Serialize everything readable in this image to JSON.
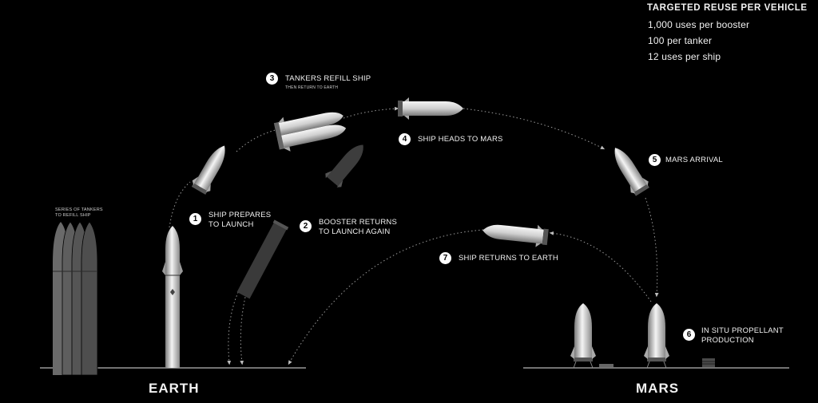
{
  "reuse": {
    "title": "TARGETED REUSE PER VEHICLE",
    "lines": [
      "1,000 uses per booster",
      "100 per tanker",
      "12 uses per ship"
    ]
  },
  "steps": [
    {
      "num": "1",
      "line1": "SHIP PREPARES",
      "line2": "TO LAUNCH"
    },
    {
      "num": "2",
      "line1": "BOOSTER RETURNS",
      "line2": "TO LAUNCH AGAIN"
    },
    {
      "num": "3",
      "line1": "TANKERS REFILL SHIP",
      "sub": "THEN RETURN TO EARTH"
    },
    {
      "num": "4",
      "line1": "SHIP HEADS TO MARS"
    },
    {
      "num": "5",
      "line1": "MARS ARRIVAL"
    },
    {
      "num": "6",
      "line1": "IN SITU PROPELLANT",
      "line2": "PRODUCTION"
    },
    {
      "num": "7",
      "line1": "SHIP RETURNS TO EARTH"
    }
  ],
  "tankers_label": {
    "line1": "SERIES OF TANKERS",
    "line2": "TO REFILL SHIP"
  },
  "planets": {
    "earth": "EARTH",
    "mars": "MARS"
  },
  "colors": {
    "background": "#000000",
    "text": "#f2f2f2",
    "path": "#9a9a9a",
    "ship": "#d8d8d8"
  }
}
